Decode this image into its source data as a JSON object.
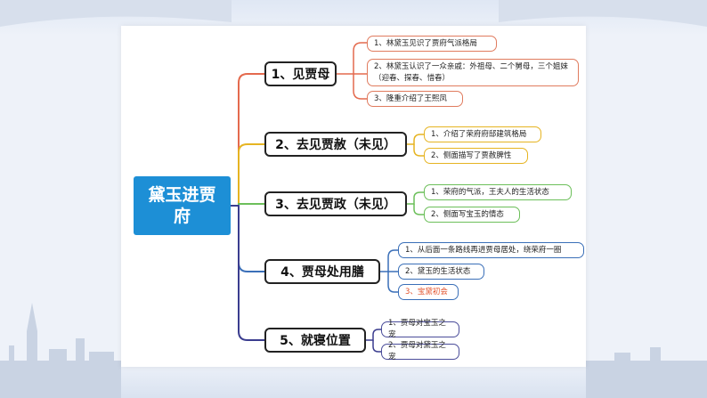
{
  "root": {
    "label": "黛玉进贾府"
  },
  "branches": [
    {
      "label": "1、见贾母",
      "color": "#e46a4e",
      "items": [
        "1、林黛玉见识了贾府气派格局",
        "2、林黛玉认识了一众亲戚：外祖母、二个舅母，三个姐妹（迎春、探春、惜春）",
        "3、隆重介绍了王熙凤"
      ]
    },
    {
      "label": "2、去见贾赦（未见）",
      "color": "#e6b422",
      "items": [
        "1、介绍了荣府府邸建筑格局",
        "2、侧面描写了贾赦脾性"
      ]
    },
    {
      "label": "3、去见贾政（未见）",
      "color": "#6cbf5a",
      "items": [
        "1、荣府的气派，王夫人的生活状态",
        "2、侧面写宝玉的情态"
      ]
    },
    {
      "label": "4、贾母处用膳",
      "color": "#3a6fb8",
      "items": [
        "1、从后面一条路线再进贾母居处，绕荣府一圈",
        "2、黛玉的生活状态",
        "3、宝黛初会"
      ],
      "highlight_color": "#e2512a"
    },
    {
      "label": "5、就寝位置",
      "color": "#3b3d8f",
      "items": [
        "1、贾母对宝玉之宠",
        "2、贾母对黛玉之宠"
      ]
    }
  ]
}
